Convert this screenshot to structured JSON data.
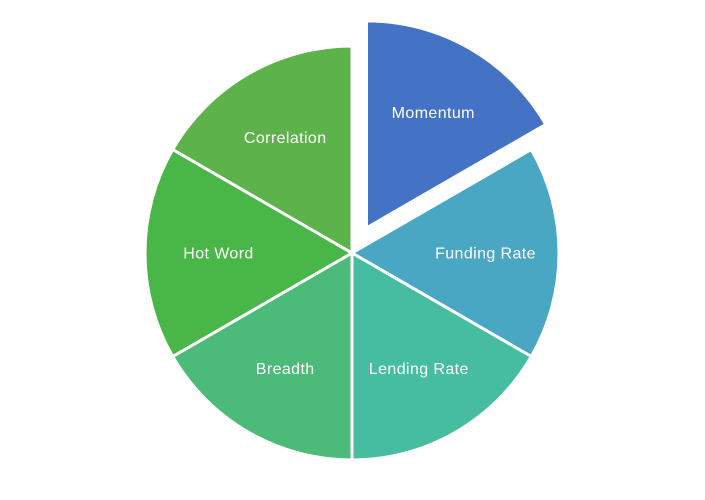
{
  "page": {
    "background_color": "#ffffff",
    "title": ""
  },
  "chart_data": {
    "type": "pie",
    "title": "",
    "labels": [
      "Momentum",
      "Funding Rate",
      "Lending Rate",
      "Breadth",
      "Hot Word",
      "Correlation"
    ],
    "values": [
      16.7,
      16.7,
      16.7,
      16.7,
      16.7,
      16.7
    ],
    "colors": [
      "#4472c4",
      "#49a7c3",
      "#46bda0",
      "#4cba78",
      "#49b648",
      "#5eb24c"
    ],
    "exploded_label": "Momentum",
    "slice_border_color": "#ffffff",
    "label_text_color": "#ffffff",
    "legend_position": "none",
    "start_angle_deg": 0,
    "direction": "clockwise",
    "equal_slices": true
  }
}
